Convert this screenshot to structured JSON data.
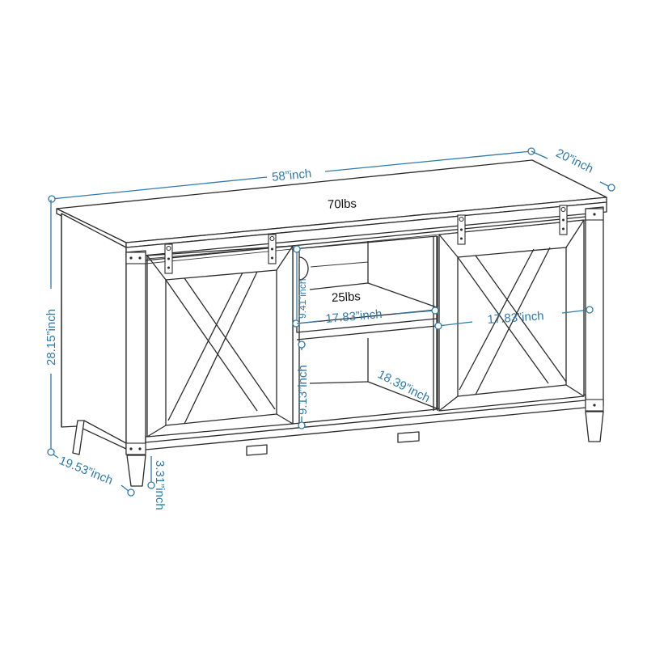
{
  "diagram": {
    "subject": "TV stand with sliding barn doors",
    "colors": {
      "dimension_line": "#2f7aa8",
      "outline": "#2b2b2b",
      "background": "#ffffff",
      "weight_text": "#111111"
    },
    "dimensions": {
      "width": "58”inch",
      "depth": "20”inch",
      "height": "28.15”inch",
      "side_depth": "19.53”inch",
      "leg_height": "3.31”inch",
      "upper_shelf_height": "9.41”inch",
      "lower_shelf_height": "9.13”inch",
      "shelf_width": "17.83”inch",
      "shelf_depth": "18.39”inch",
      "door_width": "17.83”inch"
    },
    "weights": {
      "top_capacity": "70lbs",
      "shelf_capacity": "25lbs"
    }
  }
}
